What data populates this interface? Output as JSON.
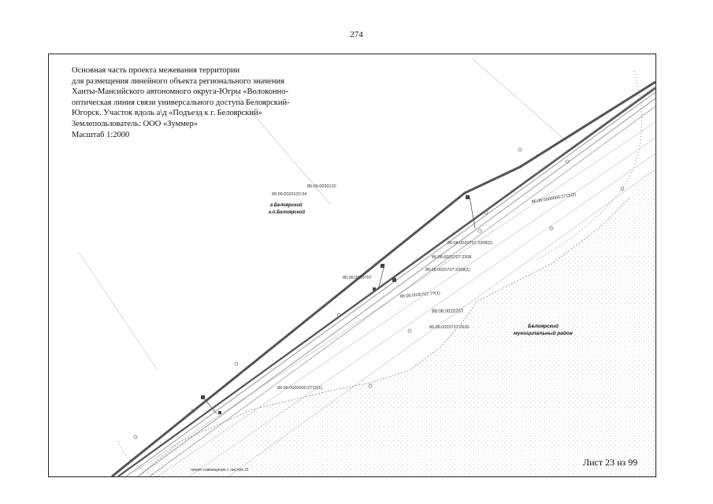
{
  "page_number": "274",
  "title_lines": [
    "Основная часть проекта межевания территории",
    "для размещения линейного объекта  регионального значения",
    "Ханты-Мансийского автономного округа-Югры «Волоконно-",
    "оптическая линия связи универсального доступа Белоярский-",
    "Югорск. Участок вдоль а\\д «Подъезд к г. Белоярский»",
    "Землепользователь: ООО «Зуммер»",
    "Масштаб 1:2000"
  ],
  "sheet_label": "Лист 23 из 99",
  "parcel_labels": [
    "86:06:0020120",
    "86:06:0020120:34",
    "86:06:0000000:2715(2)",
    "86:06:0020707:2308(2)",
    "86:06:0020707:2308",
    "86:06:0020707:2308(1)",
    "86:06:0020707",
    "86:06:0020707:??(1)",
    "86:06:0020707",
    "86:06:0020707:2635",
    "86:06:0000000:2715(1)",
    "линия совмещения с листом 22"
  ],
  "place_labels": [
    "г.Белоярский",
    "г.п.Белоярский",
    "Белоярский",
    "муниципальный район"
  ],
  "colors": {
    "boundary": "#555555",
    "road": "#9a9a9a",
    "stipple": "#bdbdbd"
  }
}
